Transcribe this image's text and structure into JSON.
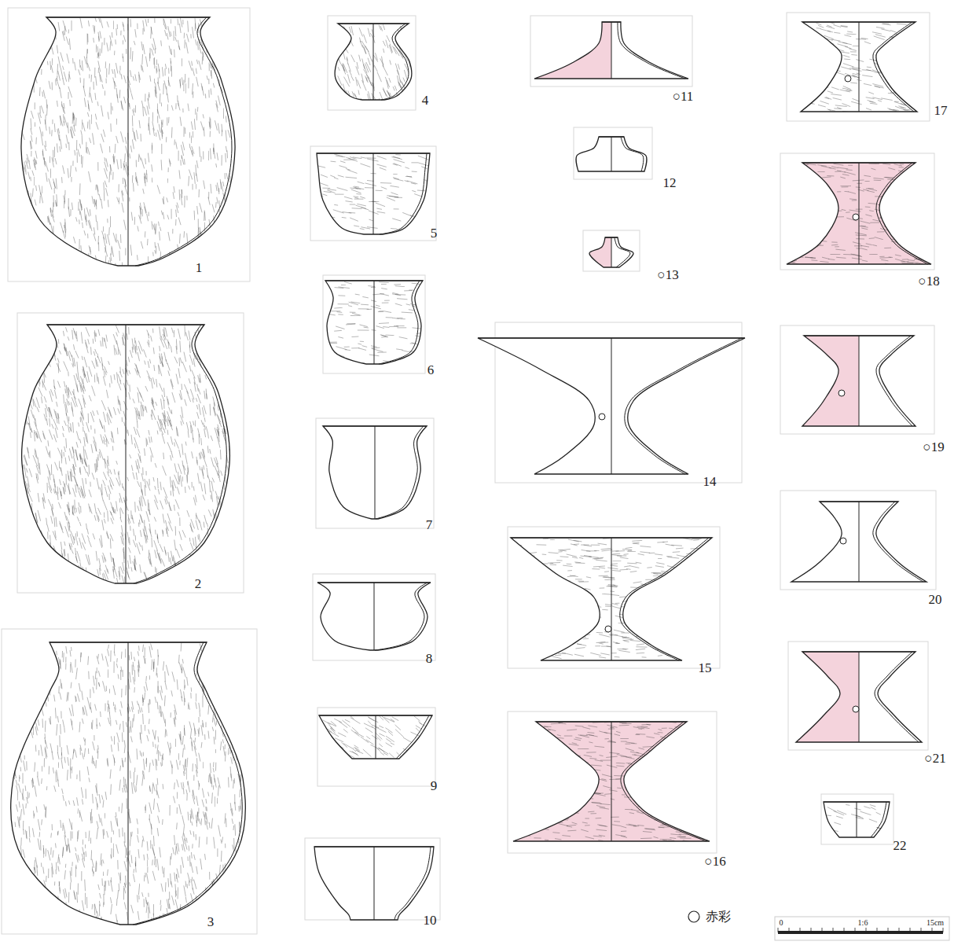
{
  "diagram": {
    "labels": [
      "1",
      "2",
      "3",
      "4",
      "5",
      "6",
      "7",
      "8",
      "9",
      "10",
      "○11",
      "12",
      "○13",
      "14",
      "15",
      "○16",
      "17",
      "○18",
      "○19",
      "20",
      "○21",
      "22",
      "0",
      "1:6",
      "15cm"
    ],
    "legend": [
      {
        "text": "赤彩"
      }
    ]
  }
}
